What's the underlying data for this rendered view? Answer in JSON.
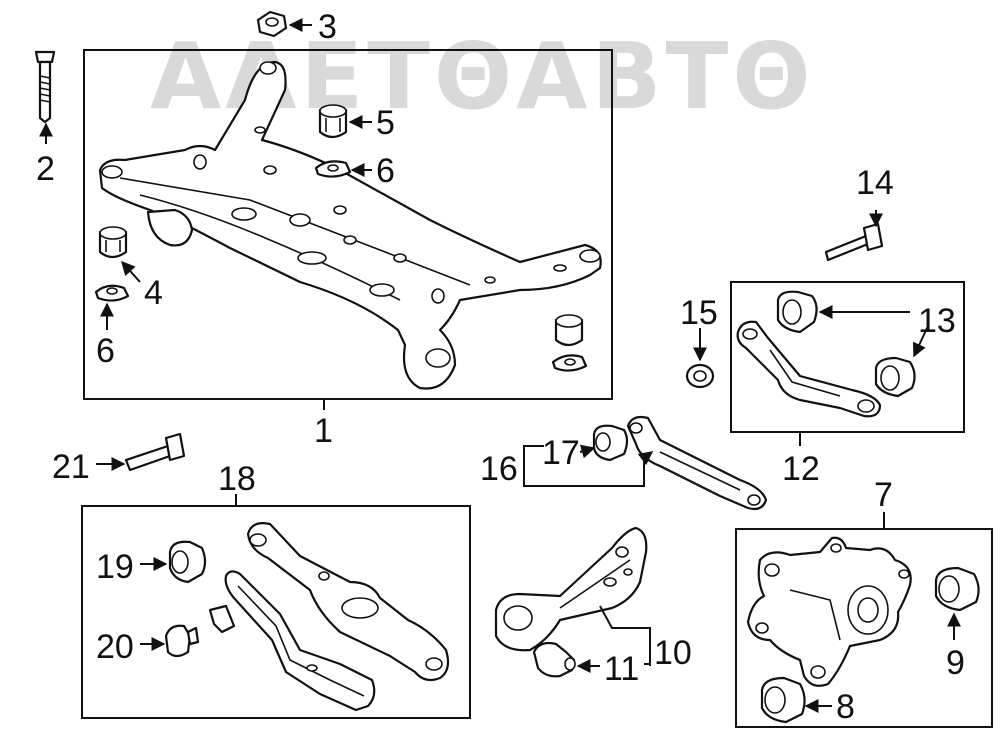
{
  "watermark": "ΑΛΕΤΘΑΒΤΘ",
  "colors": {
    "line": "#111111",
    "watermark": "#d9d9d9",
    "background": "#ffffff"
  },
  "callouts": {
    "c1": "1",
    "c2": "2",
    "c3": "3",
    "c4": "4",
    "c5": "5",
    "c6a": "6",
    "c6b": "6",
    "c7": "7",
    "c8": "8",
    "c9": "9",
    "c10": "10",
    "c11": "11",
    "c12": "12",
    "c13": "13",
    "c14": "14",
    "c15": "15",
    "c16": "16",
    "c17": "17",
    "c18": "18",
    "c19": "19",
    "c20": "20",
    "c21": "21"
  }
}
